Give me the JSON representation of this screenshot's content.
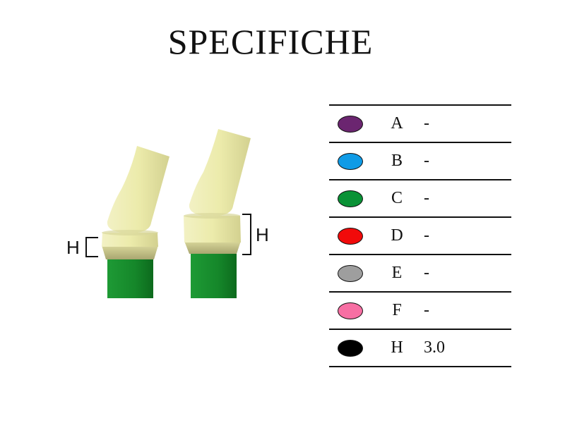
{
  "title": "SPECIFICHE",
  "figure": {
    "left_height_label": "H",
    "right_height_label": "H",
    "colors": {
      "abutment": "#ecebab",
      "abutment_shade": "#c9c785",
      "implant": "#15872a",
      "implant_shade": "#0d6a1d"
    }
  },
  "legend": {
    "rows": [
      {
        "color": "#6b2570",
        "letter": "A",
        "value": "-"
      },
      {
        "color": "#0f9be6",
        "letter": "B",
        "value": "-"
      },
      {
        "color": "#0a9236",
        "letter": "C",
        "value": "-"
      },
      {
        "color": "#f10a0a",
        "letter": "D",
        "value": "-"
      },
      {
        "color": "#9e9e9e",
        "letter": "E",
        "value": "-"
      },
      {
        "color": "#f76fa3",
        "letter": "F",
        "value": "-"
      },
      {
        "color": "#000000",
        "letter": "H",
        "value": "3.0"
      }
    ]
  }
}
